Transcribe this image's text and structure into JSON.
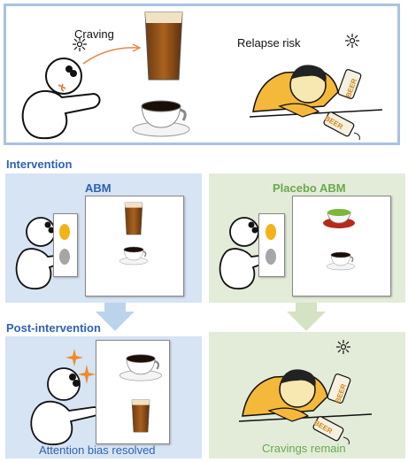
{
  "top": {
    "craving_label": "Craving",
    "relapse_label": "Relapse risk",
    "beer_text": "BEER"
  },
  "sections": {
    "intervention": "Intervention",
    "post_intervention": "Post-intervention"
  },
  "boxes": {
    "abm_title": "ABM",
    "placebo_title": "Placebo ABM",
    "attention_caption": "Attention bias resolved",
    "cravings_caption": "Cravings remain"
  },
  "colors": {
    "section_blue": "#2e62b4",
    "placebo_green": "#6aa84f",
    "blue_box": "#d6e4f3",
    "green_box": "#e3ecd9",
    "arrow_blue": "#bcd3ec",
    "arrow_green": "#d3e3c3",
    "dot_orange": "#f3b317",
    "dot_gray": "#a6a6a6"
  }
}
